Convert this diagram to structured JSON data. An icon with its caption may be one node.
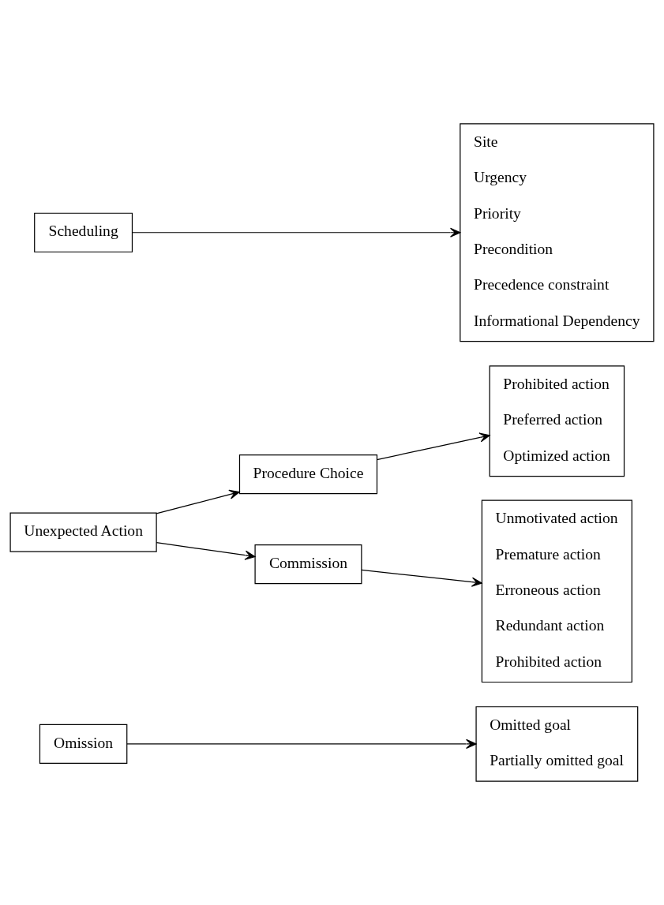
{
  "diagram": {
    "nodes": [
      {
        "text": [
          "Omission"
        ]
      },
      {
        "text": [
          "Omitted goal",
          "Partially omitted goal"
        ]
      },
      {
        "text": [
          "Procedure Choice"
        ]
      },
      {
        "text": [
          "Prohibited action",
          "Preferred action",
          "Optimized action"
        ]
      },
      {
        "text": [
          "Unexpected Action"
        ]
      },
      {
        "text": [
          "Commission"
        ]
      },
      {
        "text": [
          "Unmotivated action",
          "Premature action",
          "Erroneous action",
          "Redundant action",
          "Prohibited action"
        ]
      },
      {
        "text": [
          "Scheduling"
        ]
      },
      {
        "text": [
          "Site",
          "Urgency",
          "Priority",
          "Precondition",
          "Precedence constraint",
          "Informational Dependency"
        ]
      }
    ],
    "edges": [
      {
        "from": 0,
        "to": 1,
        "arrow": "to"
      },
      {
        "from": 4,
        "to": 2,
        "arrow": "to"
      },
      {
        "from": 4,
        "to": 5,
        "arrow": "to"
      },
      {
        "from": 2,
        "to": 3,
        "arrow": "to"
      },
      {
        "from": 5,
        "to": 6,
        "arrow": "to"
      },
      {
        "from": 7,
        "to": 8,
        "arrow": "to"
      }
    ]
  }
}
